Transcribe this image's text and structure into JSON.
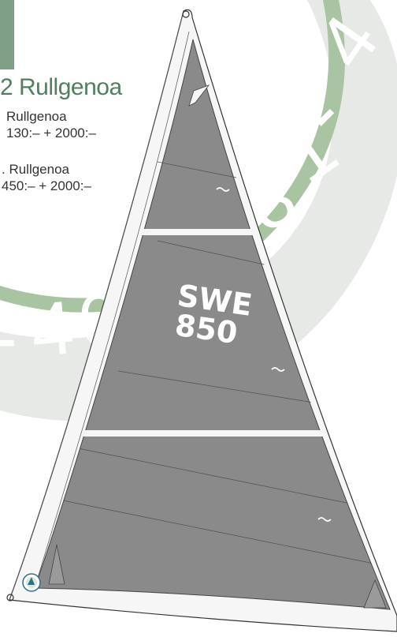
{
  "heading": "2 Rullgenoa",
  "options": [
    {
      "name": "Rullgenoa",
      "price": "130:– + 2000:–"
    },
    {
      "name": ". Rullgenoa",
      "price": "450:– + 2000:–"
    }
  ],
  "sail": {
    "country_code": "SWE",
    "number": "850"
  },
  "background": {
    "ring_text": [
      "4",
      "-",
      "1",
      "3",
      "4",
      "6",
      "4",
      "-"
    ]
  },
  "colors": {
    "heading": "#4f7f5f",
    "ring": "#e6e9e6",
    "ring_accent": "#a9c4a0",
    "side_bar": "#7f9f86",
    "sail_cloth": "#8a8a8a",
    "sail_panel_white": "#f6f6f6"
  },
  "icons": {
    "logo": "sailmaker-logo-icon"
  }
}
